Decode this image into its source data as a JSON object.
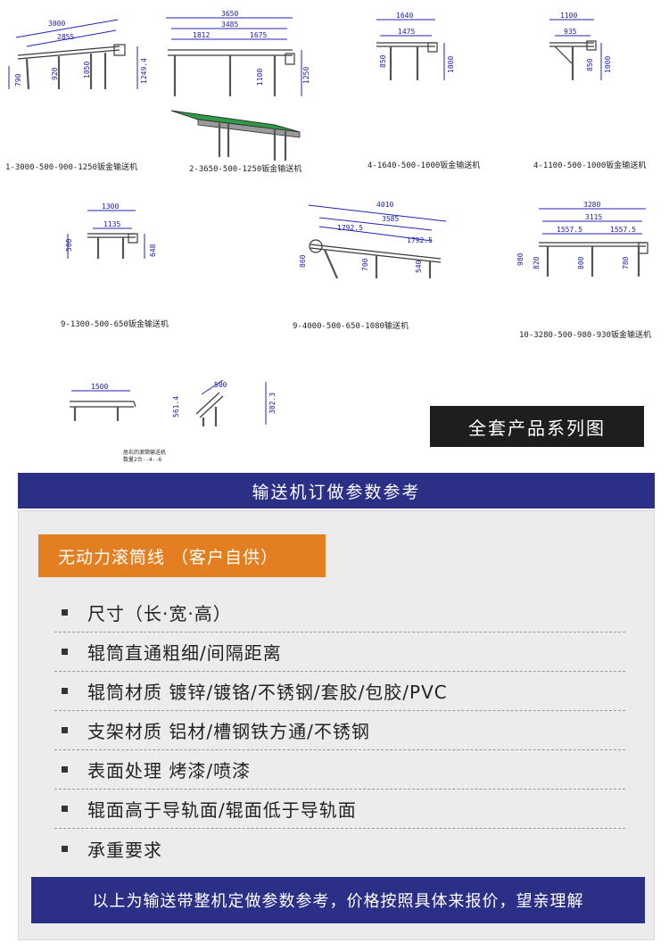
{
  "drawings": {
    "d1": {
      "caption": "1-3000-500-900-1250钣金输送机",
      "dims": [
        "3000",
        "2855",
        "790",
        "920",
        "1050",
        "1249.4"
      ]
    },
    "d2": {
      "caption": "2-3650-500-1250钣金输送机",
      "dims": [
        "3650",
        "3485",
        "1812",
        "1675",
        "1100",
        "1250"
      ]
    },
    "d4a": {
      "caption": "4-1640-500-1000钣金输送机",
      "dims": [
        "1640",
        "1475",
        "850",
        "1000"
      ]
    },
    "d4b": {
      "caption": "4-1100-500-1000钣金输送机",
      "dims": [
        "1100",
        "935",
        "850",
        "1000"
      ]
    },
    "d9a": {
      "caption": "9-1300-500-650钣金输送机",
      "dims": [
        "1300",
        "1135",
        "500",
        "648"
      ]
    },
    "d9b": {
      "caption": "9-4000-500-650-1080输送机",
      "dims": [
        "4010",
        "3585",
        "1792.5",
        "1792.5",
        "860",
        "700",
        "540"
      ]
    },
    "d10": {
      "caption": "10-3280-500-980-930钣金输送机",
      "dims": [
        "3280",
        "3115",
        "1557.5",
        "1557.5",
        "980",
        "820",
        "800",
        "780"
      ]
    },
    "d11": {
      "caption": "居右的滚筒输送机",
      "caption2": "数量2台--4--6",
      "dims": [
        "1500",
        "500",
        "561.4",
        "382.3"
      ]
    }
  },
  "series_button": "全套产品系列图",
  "section_title": "输送机订做参数参考",
  "tag_label": "无动力滚筒线 （客户自供）",
  "params": [
    "尺寸（长·宽·高）",
    "辊筒直通粗细/间隔距离",
    "辊筒材质 镀锌/镀铬/不锈钢/套胶/包胶/PVC",
    "支架材质 铝材/槽钢铁方通/不锈钢",
    "表面处理 烤漆/喷漆",
    "辊面高于导轨面/辊面低于导轨面",
    "承重要求"
  ],
  "footer_note": "以上为输送带整机定做参数参考，价格按照具体来报价，望亲理解",
  "colors": {
    "header_blue": "#2b2f86",
    "tag_orange": "#e37e21",
    "button_dark": "#1e1e1e",
    "panel_gray": "#ececec",
    "belt_green": "#2e9b45"
  }
}
